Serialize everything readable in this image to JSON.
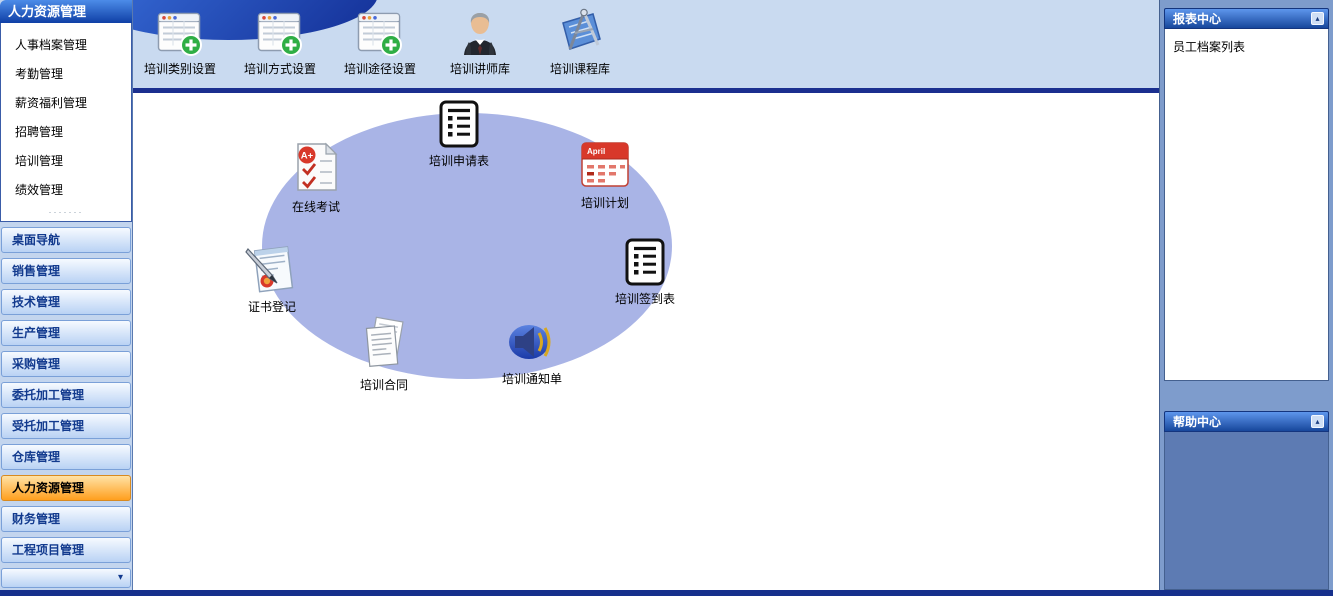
{
  "left_sidebar": {
    "title": "人力资源管理",
    "menu_items": [
      "人事档案管理",
      "考勤管理",
      "薪资福利管理",
      "招聘管理",
      "培训管理",
      "绩效管理"
    ],
    "separator": "·······",
    "accordion_items": [
      {
        "label": "桌面导航",
        "active": false
      },
      {
        "label": "销售管理",
        "active": false
      },
      {
        "label": "技术管理",
        "active": false
      },
      {
        "label": "生产管理",
        "active": false
      },
      {
        "label": "采购管理",
        "active": false
      },
      {
        "label": "委托加工管理",
        "active": false
      },
      {
        "label": "受托加工管理",
        "active": false
      },
      {
        "label": "仓库管理",
        "active": false
      },
      {
        "label": "人力资源管理",
        "active": true
      },
      {
        "label": "财务管理",
        "active": false
      },
      {
        "label": "工程项目管理",
        "active": false
      }
    ],
    "footer_caret": "▾"
  },
  "toolbar": {
    "items": [
      {
        "label": "培训类别设置",
        "icon": "table-add-icon"
      },
      {
        "label": "培训方式设置",
        "icon": "table-add-icon"
      },
      {
        "label": "培训途径设置",
        "icon": "table-add-icon"
      },
      {
        "label": "培训讲师库",
        "icon": "trainer-icon"
      },
      {
        "label": "培训课程库",
        "icon": "compass-icon"
      }
    ]
  },
  "canvas": {
    "nodes": [
      {
        "label": "培训申请表",
        "icon": "form-list-icon"
      },
      {
        "label": "在线考试",
        "icon": "exam-icon"
      },
      {
        "label": "培训计划",
        "icon": "calendar-icon"
      },
      {
        "label": "证书登记",
        "icon": "certificate-icon"
      },
      {
        "label": "培训签到表",
        "icon": "form-list-icon"
      },
      {
        "label": "培训合同",
        "icon": "contract-icon"
      },
      {
        "label": "培训通知单",
        "icon": "speaker-icon"
      }
    ],
    "calendar_month": "April",
    "exam_badge": "A+"
  },
  "right_sidebar": {
    "report_center": {
      "title": "报表中心",
      "collapse_glyph": "▴",
      "items": [
        "员工档案列表"
      ]
    },
    "help_center": {
      "title": "帮助中心",
      "collapse_glyph": "▴"
    }
  },
  "colors": {
    "header_blue": "#1c50b4",
    "accent_orange": "#ff9f1e",
    "ellipse": "#a9b4e6",
    "navy_line": "#1b2f8f"
  }
}
